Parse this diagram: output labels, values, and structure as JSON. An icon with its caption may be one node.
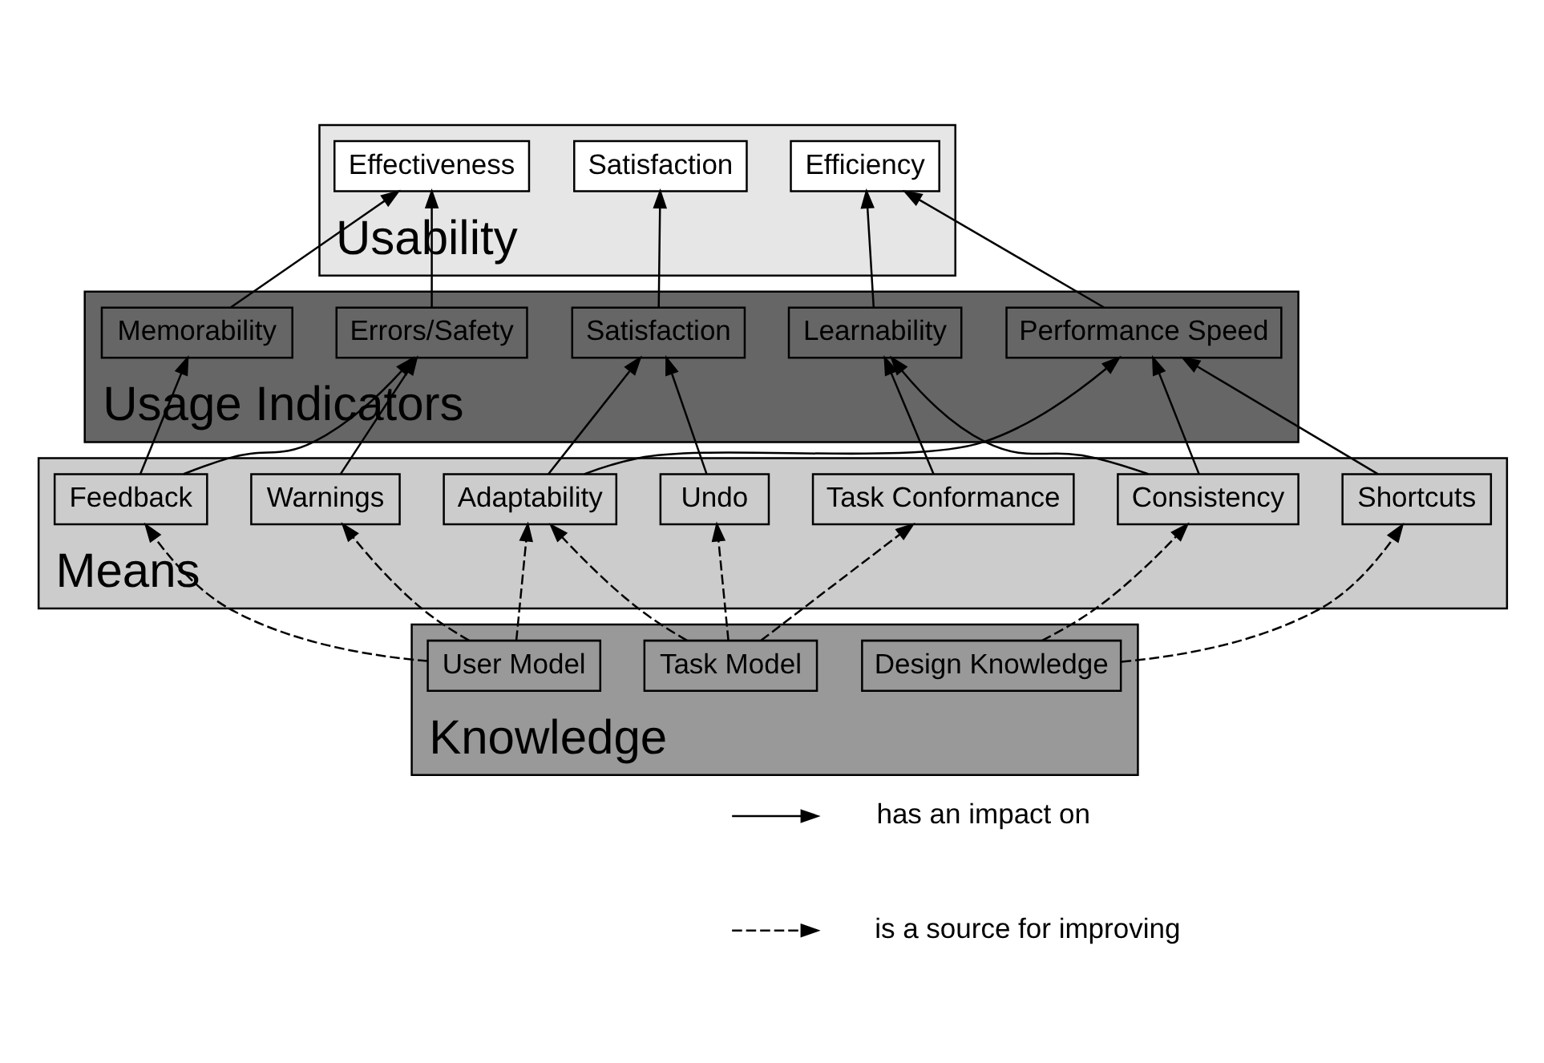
{
  "diagram": {
    "nodes": [
      {
        "text": [
          "Usability"
        ]
      },
      {
        "text": [
          "Efficiency"
        ],
        "in": 0
      },
      {
        "text": [
          "Effectiveness"
        ],
        "in": 0
      },
      {
        "text": [
          "Satisfaction"
        ],
        "in": 0
      },
      {
        "text": [
          "Usage Indicators"
        ]
      },
      {
        "text": [
          "Learnability"
        ],
        "in": 4
      },
      {
        "text": [
          "Errors/Safety"
        ],
        "in": 4
      },
      {
        "text": [
          "Satisfaction"
        ],
        "in": 4
      },
      {
        "text": [
          "Performance Speed"
        ],
        "in": 4
      },
      {
        "text": [
          "Memorability"
        ],
        "in": 4
      },
      {
        "text": [
          "Means"
        ]
      },
      {
        "text": [
          "Consistency"
        ],
        "in": 10
      },
      {
        "text": [
          "Shortcuts"
        ],
        "in": 10
      },
      {
        "text": [
          "Feedback"
        ],
        "in": 10
      },
      {
        "text": [
          "Undo"
        ],
        "in": 10
      },
      {
        "text": [
          "Task Conformance"
        ],
        "in": 10
      },
      {
        "text": [
          "Warnings"
        ],
        "in": 10
      },
      {
        "text": [
          "Adaptability"
        ],
        "in": 10
      },
      {
        "text": [
          "Knowledge"
        ]
      },
      {
        "text": [
          "User Model"
        ],
        "in": 18
      },
      {
        "text": [
          "Design Knowledge"
        ],
        "in": 18
      },
      {
        "text": [
          "Task Model"
        ],
        "in": 18
      }
    ],
    "edges": [
      {
        "from": 5,
        "to": 1,
        "arrow": "to"
      },
      {
        "from": 8,
        "to": 1,
        "arrow": "to"
      },
      {
        "from": 6,
        "to": 2,
        "arrow": "to"
      },
      {
        "from": 9,
        "to": 2,
        "arrow": "to"
      },
      {
        "from": 7,
        "to": 3,
        "arrow": "to"
      },
      {
        "from": 11,
        "to": 5,
        "arrow": "to"
      },
      {
        "from": 11,
        "to": 8,
        "arrow": "to"
      },
      {
        "from": 17,
        "to": 8,
        "arrow": "to"
      },
      {
        "from": 12,
        "to": 8,
        "arrow": "to"
      },
      {
        "from": 15,
        "to": 5,
        "arrow": "to"
      },
      {
        "from": 13,
        "to": 9,
        "arrow": "to"
      },
      {
        "from": 13,
        "to": 6,
        "arrow": "to"
      },
      {
        "from": 16,
        "to": 6,
        "arrow": "to"
      },
      {
        "from": 14,
        "to": 7,
        "arrow": "to"
      },
      {
        "from": 17,
        "to": 7,
        "arrow": "to"
      },
      {
        "from": 19,
        "to": 17,
        "arrow": "to",
        "style": "dashed"
      },
      {
        "from": 19,
        "to": 13,
        "arrow": "to",
        "style": "dashed"
      },
      {
        "from": 19,
        "to": 16,
        "arrow": "to",
        "style": "dashed"
      },
      {
        "from": 20,
        "to": 11,
        "arrow": "to",
        "style": "dashed"
      },
      {
        "from": 20,
        "to": 12,
        "arrow": "to",
        "style": "dashed"
      },
      {
        "from": 21,
        "to": 15,
        "arrow": "to",
        "style": "dashed"
      },
      {
        "from": 21,
        "to": 17,
        "arrow": "to",
        "style": "dashed"
      },
      {
        "from": 21,
        "to": 14,
        "arrow": "to",
        "style": "dashed"
      }
    ],
    "legend": [
      {
        "text": "has an impact on"
      },
      {
        "text": "is a source for improving"
      }
    ]
  }
}
